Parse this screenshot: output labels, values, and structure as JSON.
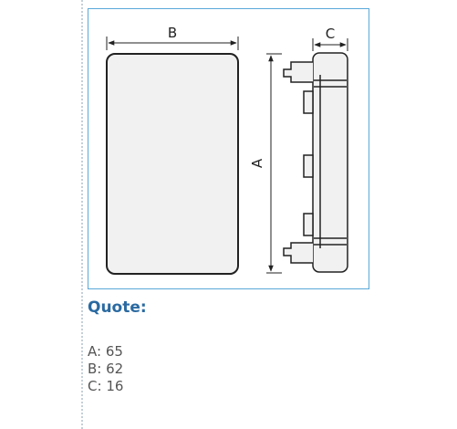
{
  "diagram": {
    "labels": {
      "width": "B",
      "depth": "C",
      "height": "A"
    },
    "colors": {
      "frame_border": "#5aa8d8",
      "body_fill": "#f1f1f1",
      "outline": "#222222"
    }
  },
  "quote": {
    "title": "Quote:",
    "items": [
      {
        "key": "A",
        "sep": ": ",
        "value": "65"
      },
      {
        "key": "B",
        "sep": ": ",
        "value": "62"
      },
      {
        "key": "C",
        "sep": ": ",
        "value": "16"
      }
    ]
  }
}
